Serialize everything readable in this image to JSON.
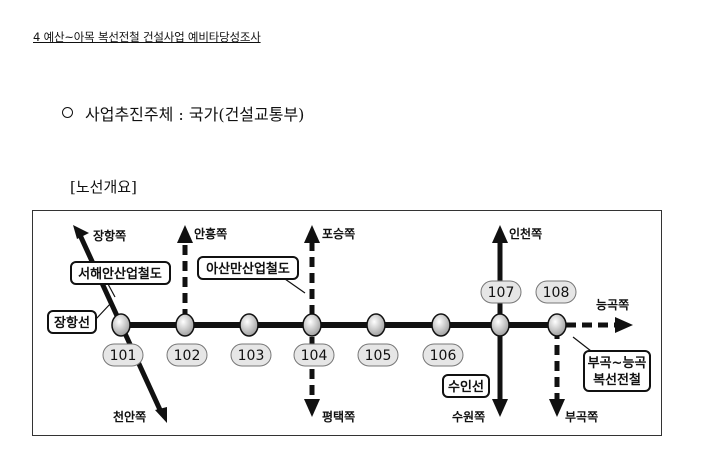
{
  "header": {
    "text": "4  예산~아목 복선전철 건설사업 예비타당성조사"
  },
  "bullet": {
    "text": "사업추진주체 : 국가(건설교통부)"
  },
  "section": {
    "label": "[노선개요]"
  },
  "diagram": {
    "stations": [
      "101",
      "102",
      "103",
      "104",
      "105",
      "106",
      "107",
      "108"
    ],
    "direction_labels": {
      "janghang": "장항쪽",
      "anheung": "안흥쪽",
      "poseung": "포승쪽",
      "incheon": "인천쪽",
      "neunggok": "능곡쪽",
      "cheonan": "천안쪽",
      "pyeongtaek": "평택쪽",
      "suwon": "수원쪽",
      "bugok": "부곡쪽"
    },
    "line_boxes": {
      "seohae": "서해안산업철도",
      "asanman": "아산만산업철도",
      "janghang_line": "장항선",
      "suin_line": "수인선",
      "bugok_neunggok_1": "부곡~능곡",
      "bugok_neunggok_2": "복선전철"
    }
  }
}
